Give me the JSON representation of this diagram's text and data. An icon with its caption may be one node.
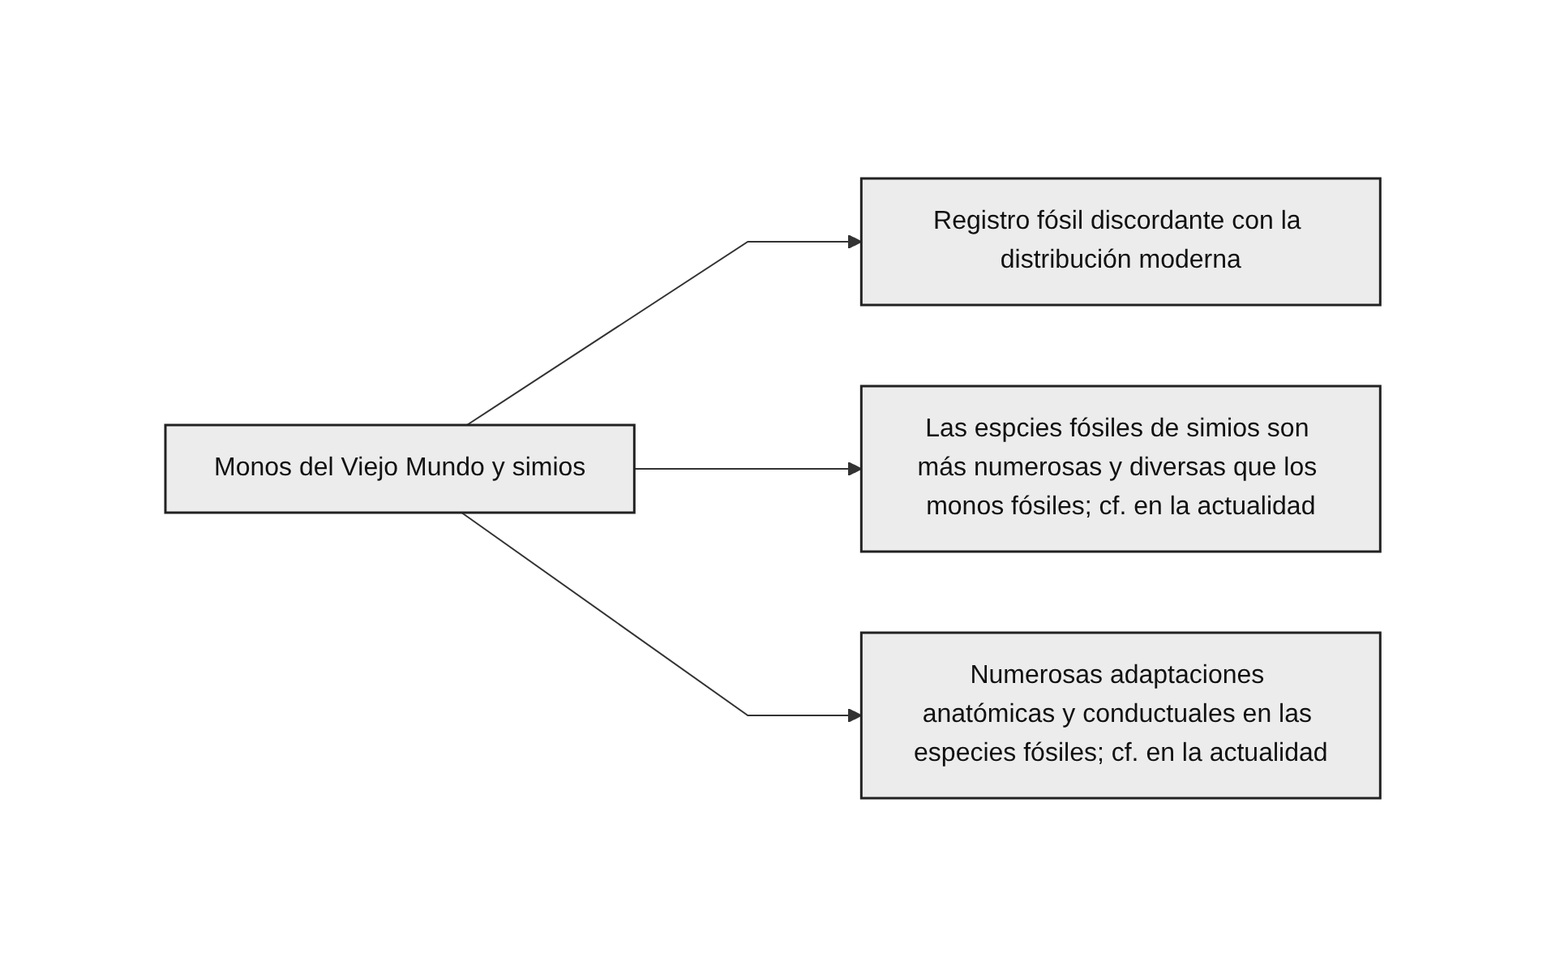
{
  "diagram": {
    "nodes": [
      {
        "text": [
          "Monos del Viejo Mundo y simios"
        ]
      },
      {
        "text": [
          "Registro fósil discordante con la distribución moderna"
        ]
      },
      {
        "text": [
          "Las espcies fósiles de simios son más numerosas y diversas que los monos fósiles; cf. en la actualidad"
        ]
      },
      {
        "text": [
          "Numerosas adaptaciones anatómicas y conductuales en las especies fósiles; cf. en la actualidad"
        ]
      }
    ],
    "edges": [
      {
        "from": 0,
        "to": 1,
        "arrow": "to"
      },
      {
        "from": 0,
        "to": 2,
        "arrow": "to"
      },
      {
        "from": 0,
        "to": 3,
        "arrow": "to"
      }
    ]
  }
}
